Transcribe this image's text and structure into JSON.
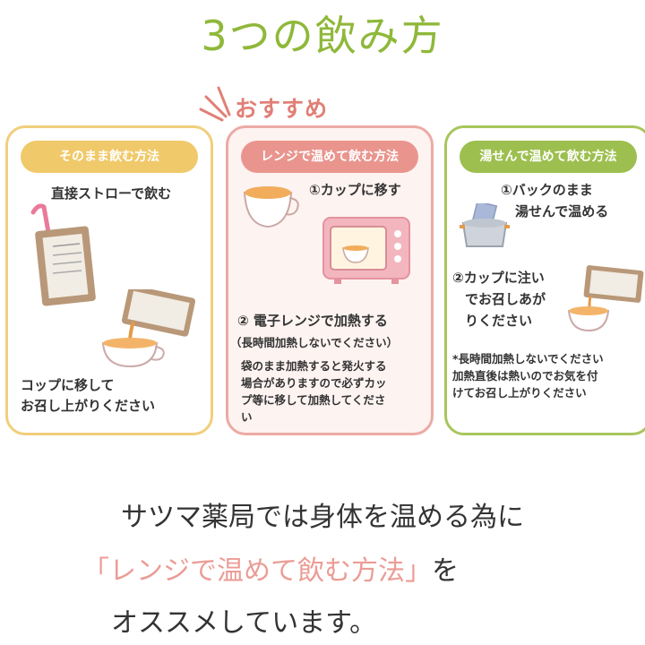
{
  "title": "3つの飲み方",
  "recommend": "おすすめ",
  "panels": {
    "straight": {
      "title": "そのまま飲む方法",
      "step1": "直接ストローで飲む",
      "step2_line1": "コップに移して",
      "step2_line2": "お召し上がりください"
    },
    "microwave": {
      "title": "レンジで温めて飲む方法",
      "step1": "①カップに移す",
      "step2": "② 電子レンジで加熱する",
      "note": "（長時間加熱しないでください）",
      "warn_line1": "袋のまま加熱すると発火する",
      "warn_line2": "場合がありますので必ずカッ",
      "warn_line3": "プ等に移して加熱してくださ",
      "warn_line4": "い"
    },
    "hotwater": {
      "title": "湯せんで温めて飲む方法",
      "step1_line1": "①バックのまま",
      "step1_line2": "湯せんで温める",
      "step2_line1": "②カップに注い",
      "step2_line2": "でお召しあが",
      "step2_line3": "りください",
      "note_line1": "*長時間加熱しないでください",
      "note_line2": "加熱直後は熱いのでお気を付",
      "note_line3": "けてお召し上がりください"
    }
  },
  "bottom": {
    "line1": "サツマ薬局では身体を温める為に",
    "line2_highlight": "「レンジで温めて飲む方法」",
    "line2_rest": "を",
    "line3": "オススメしています。"
  },
  "colors": {
    "title_green": "#8fb83a",
    "yellow": "#f0c96a",
    "pink": "#e9958e",
    "green": "#9dbf4f",
    "highlight_pink": "#eb9c95"
  }
}
